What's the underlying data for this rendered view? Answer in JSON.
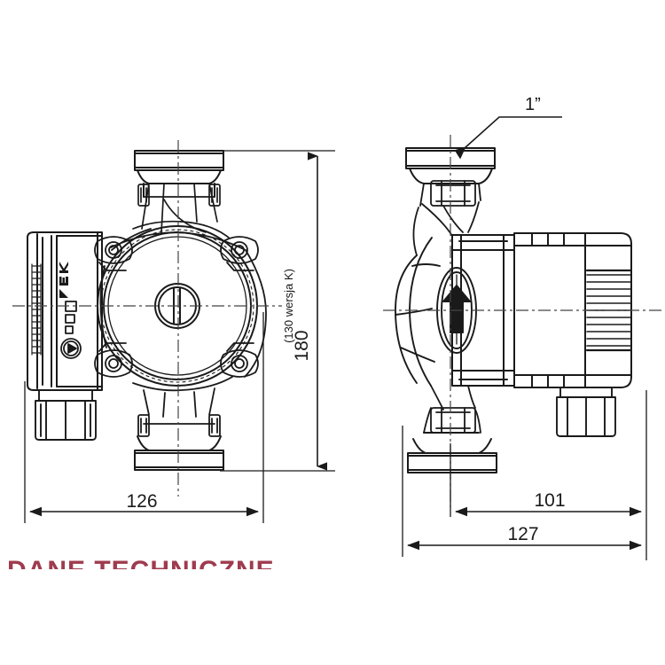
{
  "drawing": {
    "kind": "technical-dimension-drawing",
    "subject": "circulation pump",
    "views": [
      {
        "id": "front-view",
        "name": "front view (terminal box left)"
      },
      {
        "id": "side-view",
        "name": "side view (motor housing right)"
      }
    ],
    "line_color": "#1a1a1a",
    "background": "#ffffff"
  },
  "annotations": {
    "thread_callout": "1”",
    "thread_callout_name": "pipe-thread-size"
  },
  "dimensions": {
    "height": {
      "value": "180",
      "suffix": "(130 wersja K)",
      "full": "180 (130 wersja K)",
      "orientation": "vertical"
    },
    "width_front": {
      "value": "126",
      "orientation": "horizontal"
    },
    "width_side_inner": {
      "value": "101",
      "orientation": "horizontal"
    },
    "width_side_outer": {
      "value": "127",
      "orientation": "horizontal"
    }
  },
  "control_panel": {
    "indicator_count": 3,
    "button_icon": "play-button-icon",
    "logo_text": "KEP"
  },
  "footer": {
    "red_text": "DANE TECHNICZNE",
    "color": "#9e3b4e"
  }
}
